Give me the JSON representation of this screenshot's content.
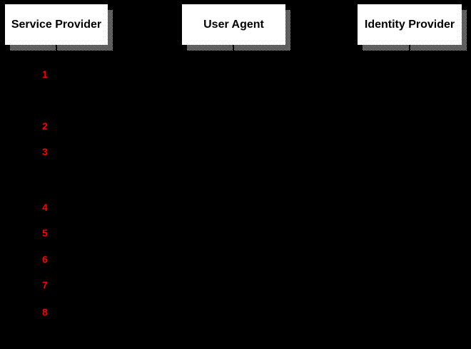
{
  "diagram": {
    "colors": {
      "background": "#000000",
      "actor_fill": "#FFFFFF",
      "actor_text": "#000000",
      "shadow_dither_gray": "#B8B8B8",
      "step_number_red": "#FF0000"
    },
    "actors": [
      {
        "label": "Service Provider"
      },
      {
        "label": "User Agent"
      },
      {
        "label": "Identity Provider"
      }
    ],
    "steps": [
      {
        "number": "1"
      },
      {
        "number": "2"
      },
      {
        "number": "3"
      },
      {
        "number": "4"
      },
      {
        "number": "5"
      },
      {
        "number": "6"
      },
      {
        "number": "7"
      },
      {
        "number": "8"
      }
    ]
  }
}
